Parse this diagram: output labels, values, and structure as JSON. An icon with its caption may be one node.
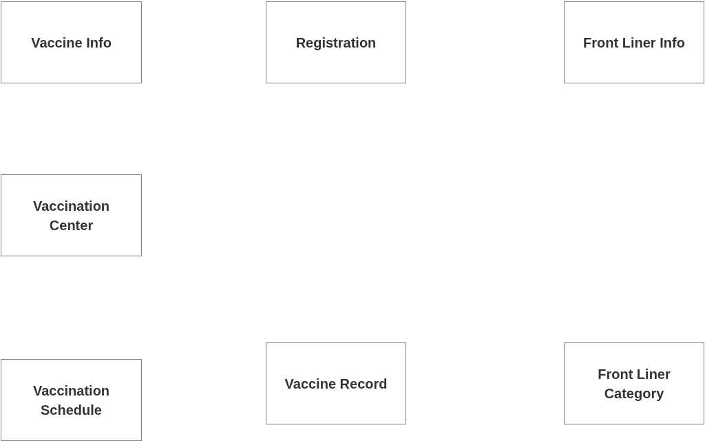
{
  "diagram": {
    "nodes": [
      {
        "text": [
          "Vaccine Info"
        ]
      },
      {
        "text": [
          "Registration"
        ]
      },
      {
        "text": [
          "Front Liner Info"
        ]
      },
      {
        "text": [
          "Vaccination Center"
        ]
      },
      {
        "text": [
          "Vaccination Schedule"
        ]
      },
      {
        "text": [
          "Vaccine Record"
        ]
      },
      {
        "text": [
          "Front Liner Category"
        ]
      }
    ]
  }
}
